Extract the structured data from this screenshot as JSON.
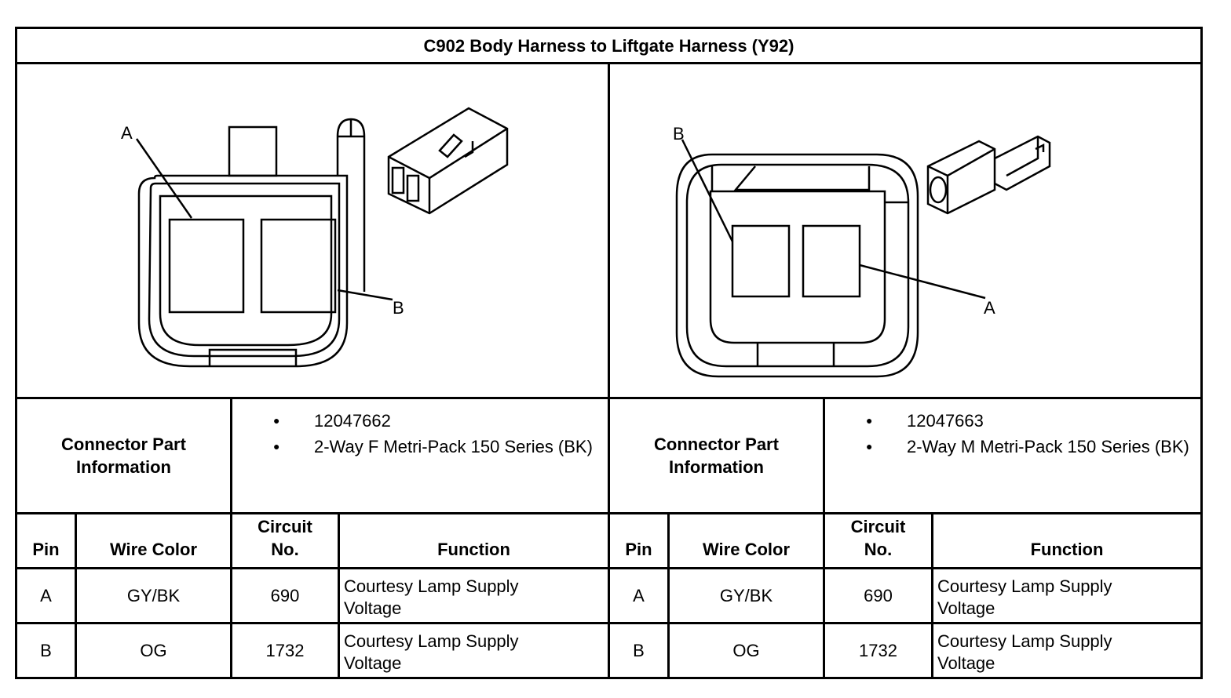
{
  "title": "C902 Body Harness to Liftgate Harness (Y92)",
  "left": {
    "labels": {
      "top": "A",
      "side": "B"
    },
    "connector_part_info_label": "Connector Part Information",
    "connector_part_info_line1": "Connector Part",
    "connector_part_info_line2": "Information",
    "part_number": "12047662",
    "description": "2-Way F Metri-Pack 150 Series (BK)",
    "headers": {
      "pin": "Pin",
      "wire_color": "Wire Color",
      "circuit_l1": "Circuit",
      "circuit_l2": "No.",
      "function": "Function"
    },
    "rows": [
      {
        "pin": "A",
        "wire_color": "GY/BK",
        "circuit": "690",
        "function": "Courtesy Lamp Supply Voltage"
      },
      {
        "pin": "B",
        "wire_color": "OG",
        "circuit": "1732",
        "function": "Courtesy Lamp Supply Voltage"
      }
    ]
  },
  "right": {
    "labels": {
      "top": "B",
      "side": "A"
    },
    "connector_part_info_line1": "Connector Part",
    "connector_part_info_line2": "Information",
    "part_number": "12047663",
    "description": "2-Way M Metri-Pack 150 Series (BK)",
    "headers": {
      "pin": "Pin",
      "wire_color": "Wire Color",
      "circuit_l1": "Circuit",
      "circuit_l2": "No.",
      "function": "Function"
    },
    "rows": [
      {
        "pin": "A",
        "wire_color": "GY/BK",
        "circuit": "690",
        "function": "Courtesy Lamp Supply Voltage"
      },
      {
        "pin": "B",
        "wire_color": "OG",
        "circuit": "1732",
        "function": "Courtesy Lamp Supply Voltage"
      }
    ]
  }
}
